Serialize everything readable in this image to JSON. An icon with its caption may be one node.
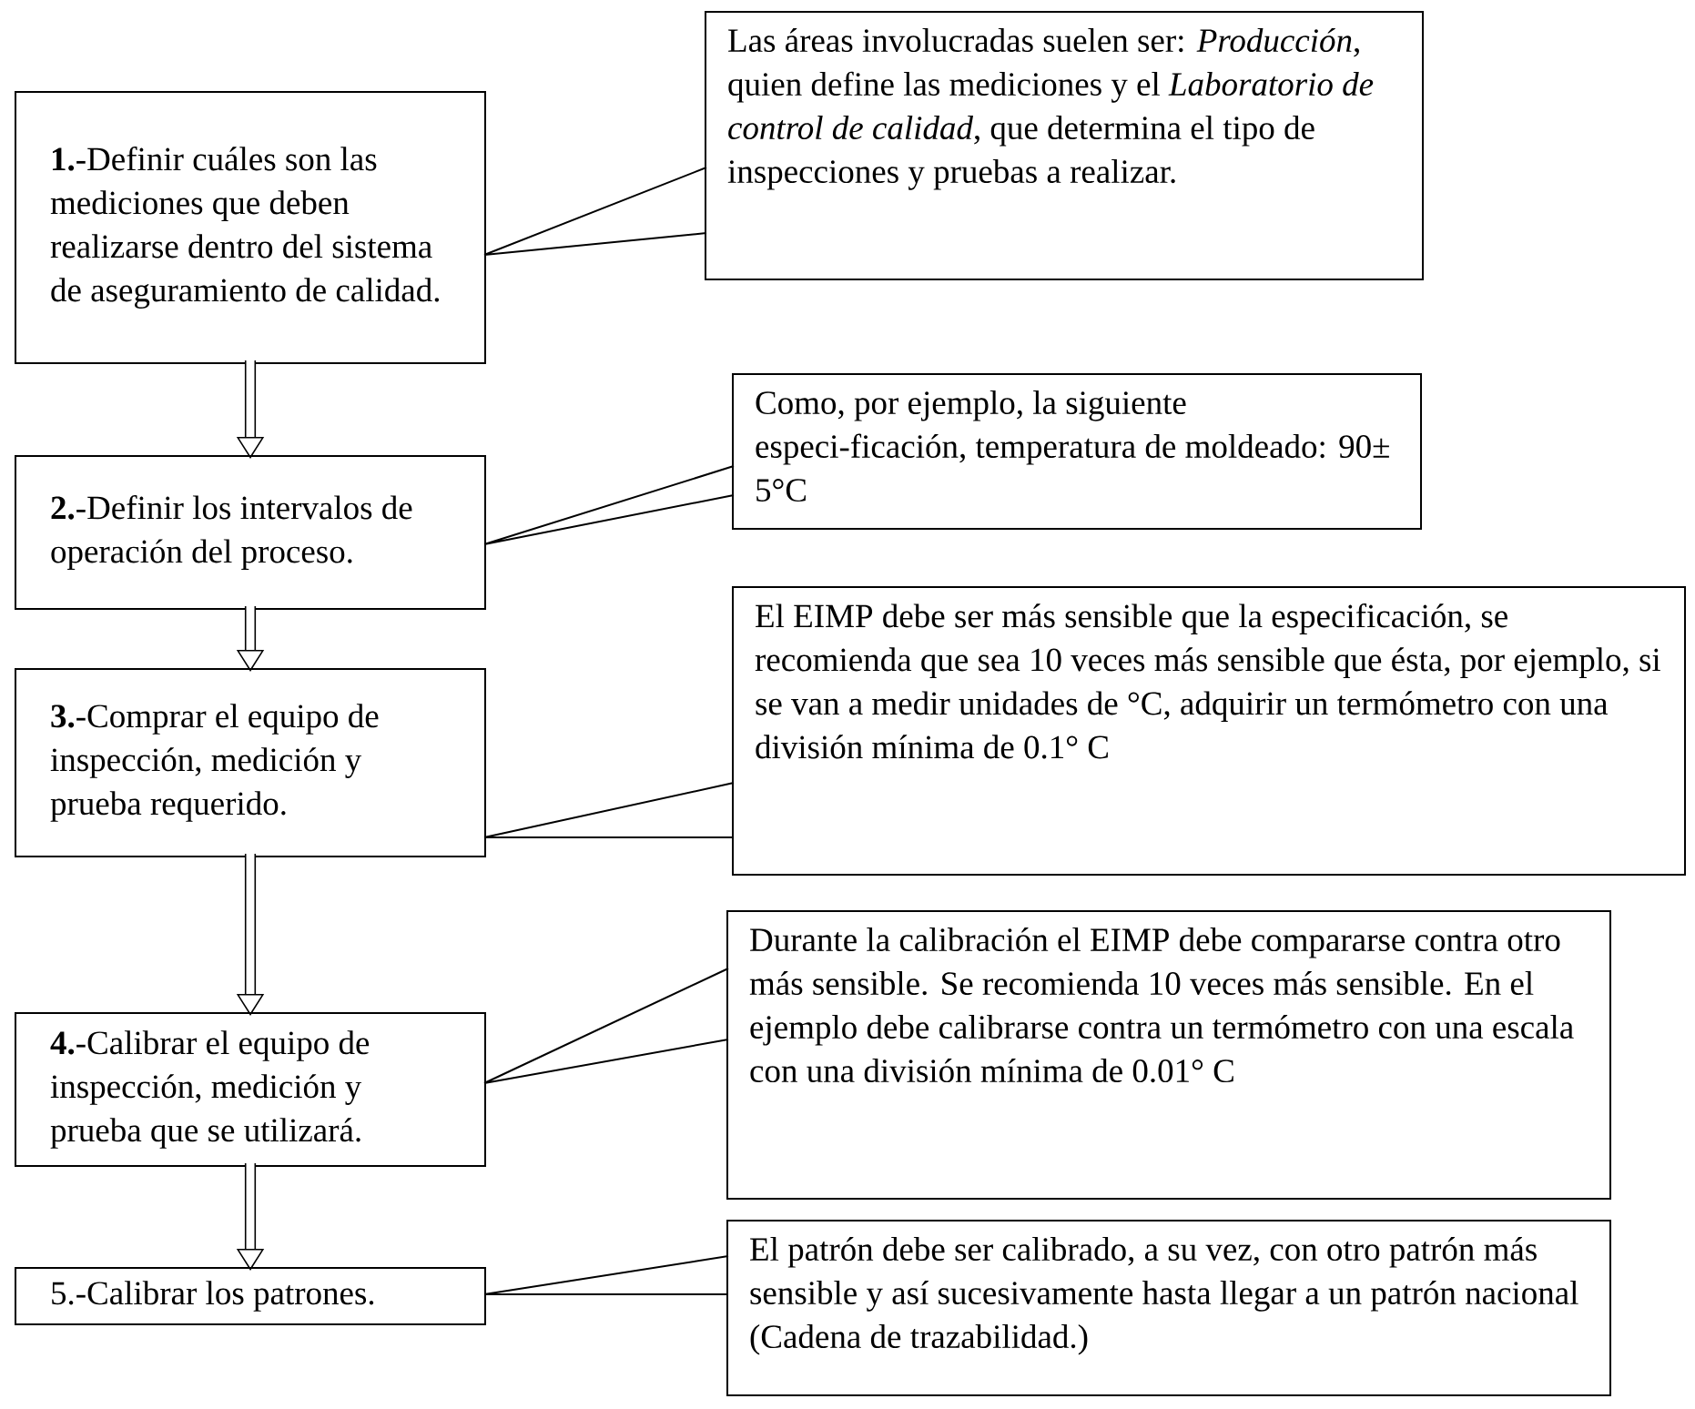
{
  "diagram": {
    "nodes": [
      {
        "text": [
          "**1.**-Definir cuáles son las mediciones que deben realizarse dentro del sistema de aseguramiento de calidad."
        ]
      },
      {
        "text": [
          "**2.**-Definir los intervalos de operación del proceso."
        ]
      },
      {
        "text": [
          "**3.**-Comprar el equipo de inspección, medición y prueba requerido."
        ]
      },
      {
        "text": [
          "**4.**-Calibrar el equipo de inspección, medición y prueba que se utilizará."
        ]
      },
      {
        "text": [
          "5.-Calibrar los patrones."
        ]
      },
      {
        "text": [
          "Las áreas involucradas suelen ser: *Producción*, quien define las mediciones y el *Laboratorio de control de calidad*, que determina el tipo de inspecciones y pruebas a realizar."
        ]
      },
      {
        "text": [
          "Como, por ejemplo, la siguiente especi-ficación, temperatura de moldeado: 90± 5°C"
        ]
      },
      {
        "text": [
          "El EIMP debe ser más sensible que la especificación, se recomienda que sea 10 veces más sensible que ésta, por ejemplo, si se van a medir unidades de °C, adquirir un termómetro con una división mínima de 0.1° C"
        ]
      },
      {
        "text": [
          "Durante la calibración el EIMP debe compararse contra otro más sensible. Se recomienda 10 veces más sensible. En el ejemplo debe calibrarse contra un termómetro con una escala con una división mínima de 0.01° C"
        ]
      },
      {
        "text": [
          "El patrón debe ser calibrado, a su vez, con otro patrón más sensible y así sucesivamente hasta llegar a un patrón nacional (Cadena de trazabilidad.)"
        ]
      }
    ],
    "edges": [
      {
        "from": 0,
        "to": 1,
        "arrow": "to",
        "style": "thick"
      },
      {
        "from": 1,
        "to": 2,
        "arrow": "to",
        "style": "thick"
      },
      {
        "from": 2,
        "to": 3,
        "arrow": "to",
        "style": "thick"
      },
      {
        "from": 3,
        "to": 4,
        "arrow": "to",
        "style": "thick"
      },
      {
        "from": 5,
        "to": 0,
        "arrow": "none"
      },
      {
        "from": 6,
        "to": 1,
        "arrow": "none"
      },
      {
        "from": 7,
        "to": 2,
        "arrow": "none"
      },
      {
        "from": 8,
        "to": 3,
        "arrow": "none"
      },
      {
        "from": 9,
        "to": 4,
        "arrow": "none"
      }
    ]
  }
}
